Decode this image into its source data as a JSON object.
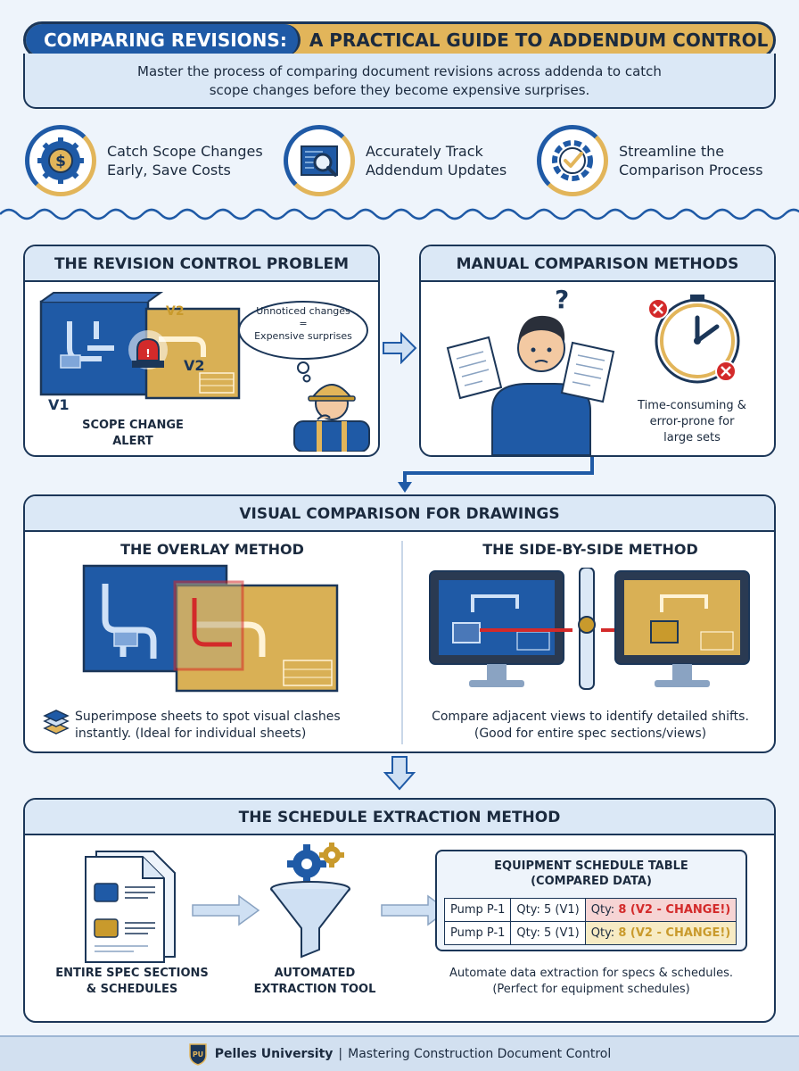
{
  "header": {
    "title_part1": "COMPARING REVISIONS:",
    "title_part2": "A PRACTICAL GUIDE TO ADDENDUM CONTROL",
    "intro_line1": "Master the process of comparing document revisions across addenda to catch",
    "intro_line2": "scope changes before they become expensive surprises."
  },
  "benefits": [
    {
      "line1": "Catch Scope Changes",
      "line2": "Early, Save Costs",
      "icon": "dollar-gear-icon"
    },
    {
      "line1": "Accurately Track",
      "line2": "Addendum Updates",
      "icon": "magnifier-blueprint-icon"
    },
    {
      "line1": "Streamline the",
      "line2": "Comparison Process",
      "icon": "checkmark-gear-icon"
    }
  ],
  "problem": {
    "title": "THE REVISION CONTROL PROBLEM",
    "v1": "V1",
    "v2_tab": "V2",
    "v2": "V2",
    "alert_line1": "SCOPE CHANGE",
    "alert_line2": "ALERT",
    "bubble_line1": "Unnoticed changes",
    "bubble_eq": "=",
    "bubble_line2": "Expensive surprises"
  },
  "manual": {
    "title": "MANUAL COMPARISON METHODS",
    "question": "?",
    "caption_line1": "Time-consuming &",
    "caption_line2": "error-prone for",
    "caption_line3": "large sets"
  },
  "visual": {
    "title": "VISUAL COMPARISON FOR DRAWINGS",
    "overlay_title": "THE OVERLAY METHOD",
    "overlay_caption_line1": "Superimpose sheets to spot visual clashes",
    "overlay_caption_line2": "instantly. (Ideal for individual sheets)",
    "side_title": "THE SIDE-BY-SIDE METHOD",
    "side_caption_line1": "Compare adjacent views to identify detailed shifts.",
    "side_caption_line2": "(Good for entire spec sections/views)"
  },
  "extraction": {
    "title": "THE SCHEDULE EXTRACTION METHOD",
    "doc_caption_line1": "ENTIRE SPEC SECTIONS",
    "doc_caption_line2": "& SCHEDULES",
    "tool_caption_line1": "AUTOMATED",
    "tool_caption_line2": "EXTRACTION TOOL",
    "table_title_line1": "EQUIPMENT SCHEDULE TABLE",
    "table_title_line2": "(COMPARED DATA)",
    "rows": [
      {
        "item": "Pump P-1",
        "v1": "Qty: 5 (V1)",
        "v2_prefix": "Qty:",
        "v2_value": "8 (V2 - CHANGE!)"
      },
      {
        "item": "Pump P-1",
        "v1": "Qty: 5 (V1)",
        "v2_prefix": "Qty:",
        "v2_value": "8 (V2 - CHANGE!)"
      }
    ],
    "caption_line1": "Automate data extraction for specs & schedules.",
    "caption_line2": "(Perfect for equipment schedules)"
  },
  "footer": {
    "brand": "Pelles University",
    "separator": "|",
    "tagline": "Mastering Construction Document Control",
    "logo_letters": "PU"
  },
  "colors": {
    "navy": "#1b3658",
    "blue": "#1f5aa6",
    "gold": "#e2b55a",
    "light_blue": "#dbe8f6",
    "alert_red": "#d32a2a"
  }
}
